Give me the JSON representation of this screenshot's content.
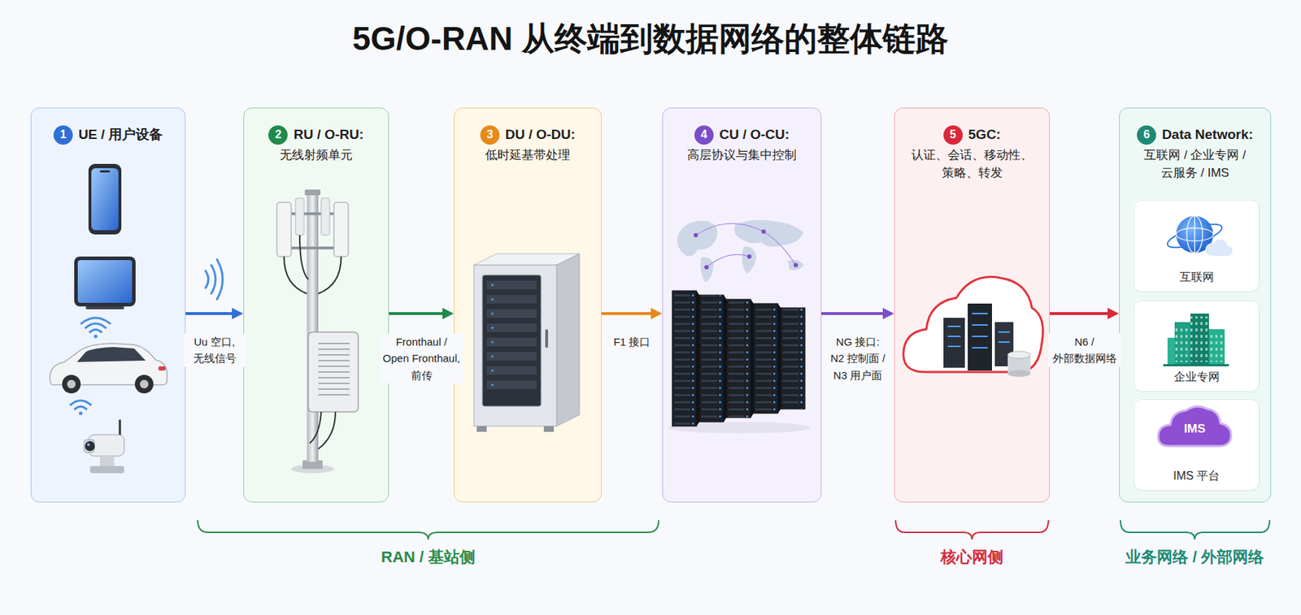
{
  "diagram": {
    "title": "5G/O-RAN 从终端到数据网络的整体链路",
    "nodes": [
      {
        "text": [
          "UE / 用户设备"
        ]
      },
      {
        "text": [
          "RU / O-RU:",
          "无线射频单元"
        ]
      },
      {
        "text": [
          "DU / O-DU:",
          "低时延基带处理"
        ]
      },
      {
        "text": [
          "CU / O-CU:",
          "高层协议与集中控制"
        ]
      },
      {
        "text": [
          "5GC:",
          "认证、会话、移动性、 策略、转发"
        ]
      },
      {
        "text": [
          "Data Network:",
          "互联网 / 企业专网 / 云服务 / IMS"
        ]
      },
      {
        "text": [
          "互联网"
        ],
        "in": 5
      },
      {
        "text": [
          "企业专网"
        ],
        "in": 5
      },
      {
        "text": [
          "IMS 平台"
        ],
        "in": 5
      }
    ],
    "edges": [
      {
        "from": 0,
        "to": 1,
        "label": "Uu 空口, 无线信号",
        "arrow": "to"
      },
      {
        "from": 1,
        "to": 2,
        "label": "Fronthaul / Open Fronthaul, 前传",
        "arrow": "to"
      },
      {
        "from": 2,
        "to": 3,
        "label": "F1 接口",
        "arrow": "to"
      },
      {
        "from": 3,
        "to": 4,
        "label": "NG 接口: N2 控制面 / N3 用户面",
        "arrow": "to"
      },
      {
        "from": 4,
        "to": 5,
        "label": "N6 / 外部数据网络",
        "arrow": "to"
      }
    ],
    "labels": [
      "1",
      "2",
      "3",
      "4",
      "5",
      "6",
      "IMS",
      "RAN / 基站侧",
      "核心网侧",
      "业务网络 / 外部网络"
    ]
  }
}
